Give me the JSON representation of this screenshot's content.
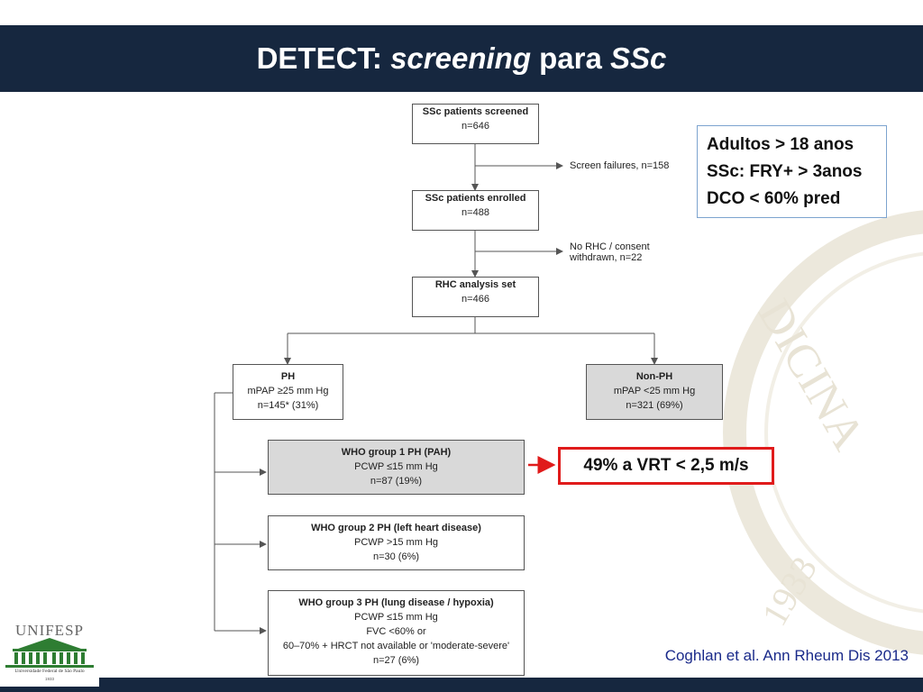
{
  "slide": {
    "title": {
      "part1": "DETECT: ",
      "part2_italic": "screening",
      "part3": " para ",
      "part4_italic": "SSc"
    },
    "colors": {
      "header_bg": "#16273f",
      "highlight_border": "#e01b1b",
      "citation_text": "#1a2a8a",
      "criteria_border": "#7da4cf",
      "gray_box": "#d9d9d9"
    }
  },
  "flowchart": {
    "screened": {
      "title": "SSc patients screened",
      "n": "n=646"
    },
    "screen_failures": "Screen failures, n=158",
    "enrolled": {
      "title": "SSc patients enrolled",
      "n": "n=488"
    },
    "no_rhc": {
      "line1": "No RHC / consent",
      "line2": "withdrawn, n=22"
    },
    "rhc": {
      "title": "RHC analysis set",
      "n": "n=466"
    },
    "ph": {
      "title": "PH",
      "line1": "mPAP ≥25 mm Hg",
      "n": "n=145* (31%)"
    },
    "nonph": {
      "title": "Non-PH",
      "line1": "mPAP <25 mm Hg",
      "n": "n=321 (69%)"
    },
    "group1": {
      "title": "WHO group 1 PH (PAH)",
      "line1": "PCWP ≤15 mm Hg",
      "n": "n=87 (19%)"
    },
    "group2": {
      "title": "WHO group 2 PH (left heart disease)",
      "line1": "PCWP >15 mm Hg",
      "n": "n=30 (6%)"
    },
    "group3": {
      "title": "WHO group 3 PH (lung disease / hypoxia)",
      "line1": "PCWP ≤15 mm Hg",
      "line2": "FVC <60% or",
      "line3": "60–70% + HRCT not available or 'moderate-severe'",
      "n": "n=27 (6%)"
    }
  },
  "criteria": {
    "line1": "Adultos > 18 anos",
    "line2": "SSc: FRY+ > 3anos",
    "line3": "DCO < 60% pred"
  },
  "highlight": "49% a VRT < 2,5 m/s",
  "citation": "Coghlan et al. Ann Rheum Dis 2013",
  "logo": {
    "name": "UNIFESP",
    "subtitle": "Universidade Federal de São Paulo",
    "year": "1933"
  }
}
